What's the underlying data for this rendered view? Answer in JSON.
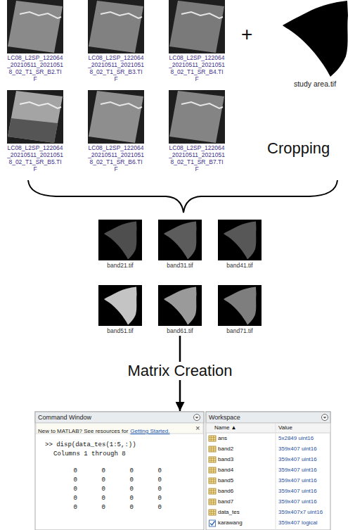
{
  "diagram": {
    "nodes": [
      {
        "text": [
          "LC08_L2SP_122064_20210511_20210518_02_T1_SR_B2.TIF"
        ]
      },
      {
        "text": [
          "LC08_L2SP_122064_20210511_20210518_02_T1_SR_B3.TIF"
        ]
      },
      {
        "text": [
          "LC08_L2SP_122064_20210511_20210518_02_T1_SR_B4.TIF"
        ]
      },
      {
        "text": [
          "LC08_L2SP_122064_20210511_20210518_02_T1_SR_B5.TIF"
        ]
      },
      {
        "text": [
          "LC08_L2SP_122064_20210511_20210518_02_T1_SR_B6.TIF"
        ]
      },
      {
        "text": [
          "LC08_L2SP_122064_20210511_20210518_02_T1_SR_B7.TIF"
        ]
      },
      {
        "text": [
          "study area.tif"
        ]
      },
      {
        "text": [
          "band21.tif"
        ]
      },
      {
        "text": [
          "band31.tif"
        ]
      },
      {
        "text": [
          "band41.tif"
        ]
      },
      {
        "text": [
          "band51.tif"
        ]
      },
      {
        "text": [
          "band61.tif"
        ]
      },
      {
        "text": [
          "band71.tif"
        ]
      },
      {
        "text": [
          "Command Window",
          "New to MATLAB? See resources for",
          "Getting Started.",
          ">> disp(data_tes(1:5,:))",
          "Columns 1 through 8"
        ]
      },
      {
        "text": [
          "Workspace"
        ]
      }
    ],
    "edges": [
      {
        "from": 11,
        "to": 13,
        "arrow": "to",
        "label": "Matrix Creation"
      }
    ],
    "labels": [
      "+",
      "Cropping",
      "×",
      "0",
      "0",
      "0",
      "0",
      "0",
      "0",
      "0",
      "0",
      "0",
      "0",
      "0",
      "0",
      "0",
      "0",
      "0",
      "0",
      "0",
      "0",
      "0",
      "0",
      "Name ▲",
      "Value",
      "ans",
      "5x2849 uint16",
      "band2",
      "359x407 uint16",
      "band3",
      "359x407 uint16",
      "band4",
      "359x407 uint16",
      "band5",
      "359x407 uint16",
      "band6",
      "359x407 uint16",
      "band7",
      "359x407 uint16",
      "data_tes",
      "359x407x7 uint16",
      "karawang",
      "359x407 logical"
    ]
  }
}
